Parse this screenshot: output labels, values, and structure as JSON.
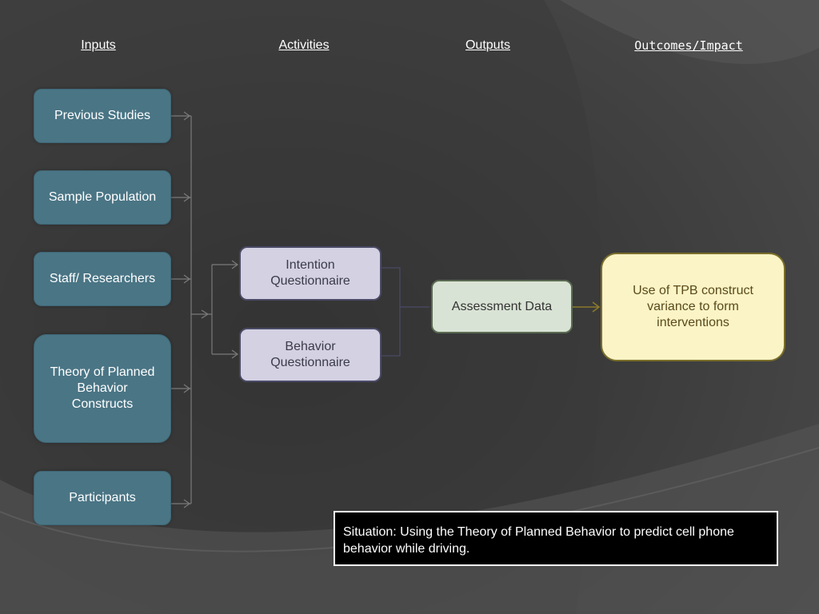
{
  "headings": {
    "inputs": "Inputs",
    "activities": "Activities",
    "outputs": "Outputs",
    "outcomes": "Outcomes/Impact"
  },
  "inputs": [
    "Previous Studies",
    "Sample Population",
    "Staff/ Researchers",
    "Theory of Planned Behavior Constructs",
    "Participants"
  ],
  "activities": [
    "Intention Questionnaire",
    "Behavior Questionnaire"
  ],
  "output": "Assessment Data",
  "outcome": "Use of TPB  construct variance  to form interventions",
  "situation": "Situation: Using the Theory of Planned Behavior to predict cell phone behavior while driving.",
  "colors": {
    "input_fill": "#4a7585",
    "activity_fill": "#d3d1e2",
    "output_fill": "#d9e3d5",
    "outcome_fill": "#fbf4c6",
    "connector": "#7a7a7a",
    "outcome_arrow": "#8a7a2a"
  }
}
